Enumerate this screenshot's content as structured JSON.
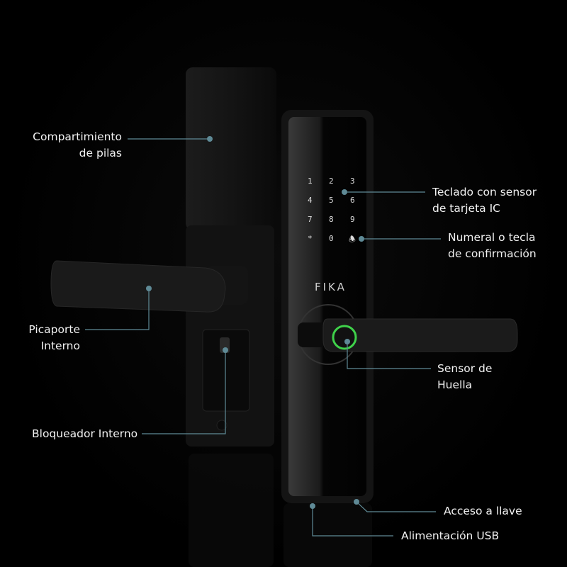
{
  "brand": "FIKA",
  "keypad": [
    "1",
    "2",
    "3",
    "4",
    "5",
    "6",
    "7",
    "8",
    "9",
    "*",
    "0"
  ],
  "callouts": {
    "battery": [
      "Compartimiento",
      "de pilas"
    ],
    "keypad": [
      "Teclado con sensor",
      "de tarjeta IC"
    ],
    "confirm": [
      "Numeral o tecla",
      "de confirmación"
    ],
    "handle": [
      "Picaporte",
      "Interno"
    ],
    "fingerprint": [
      "Sensor de",
      "Huella"
    ],
    "lock": [
      "Bloqueador Interno"
    ],
    "key": [
      "Acceso a llave"
    ],
    "usb": [
      "Alimentación USB"
    ]
  },
  "colors": {
    "callout": "#5f8a96",
    "sensor": "#3fd14a"
  }
}
